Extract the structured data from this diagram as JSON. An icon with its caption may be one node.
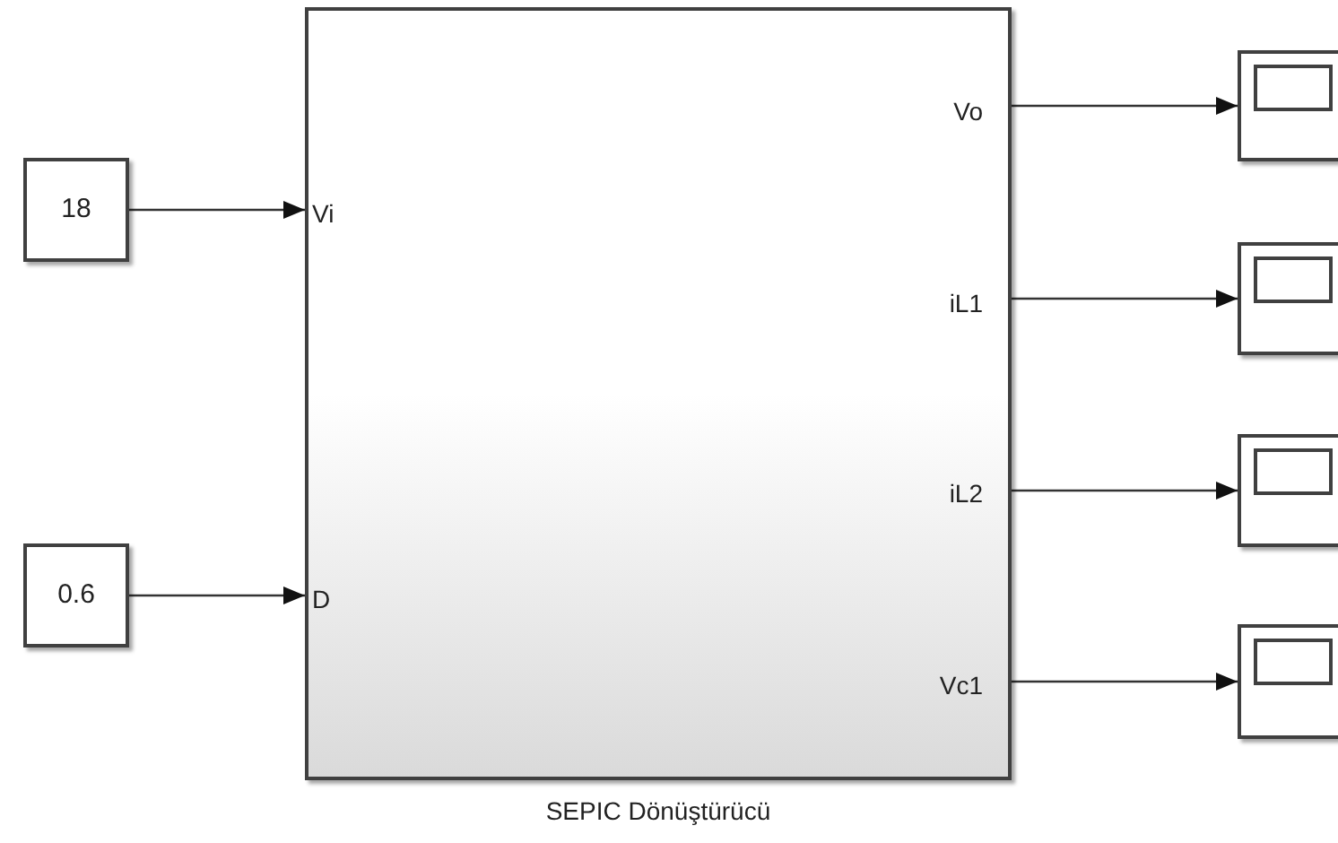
{
  "diagram": {
    "nodes": [
      {
        "text": [
          "18"
        ]
      },
      {
        "text": [
          "0.6"
        ]
      },
      {
        "text": [
          "Vi",
          "D",
          "Vo",
          "iL1",
          "iL2",
          "Vc1"
        ],
        "beside": [
          "SEPIC Dönüştürücü"
        ]
      },
      {
        "text": [],
        "shape": "box"
      },
      {
        "text": [],
        "shape": "box"
      },
      {
        "text": [],
        "shape": "box"
      },
      {
        "text": [],
        "shape": "box"
      }
    ],
    "edges": [
      {
        "from": 0,
        "to": 2,
        "arrow": "to"
      },
      {
        "from": 1,
        "to": 2,
        "arrow": "to"
      },
      {
        "from": 2,
        "to": 3,
        "arrow": "to"
      },
      {
        "from": 2,
        "to": 4,
        "arrow": "to"
      },
      {
        "from": 2,
        "to": 5,
        "arrow": "to"
      },
      {
        "from": 2,
        "to": 6,
        "arrow": "to"
      }
    ]
  }
}
